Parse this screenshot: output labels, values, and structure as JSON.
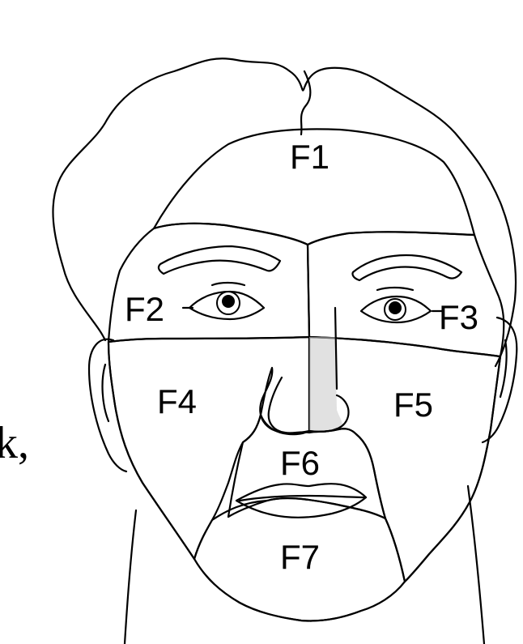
{
  "colors": {
    "background": "#ffffff",
    "outline": "#000000",
    "F1": "#e2e2e2",
    "F2": "#8f8f8f",
    "F3": "#ececec",
    "F4": "#ececec",
    "F5": "#c9c9c9",
    "F6": "#d6d6d6",
    "F7": "#939393"
  },
  "regions": [
    {
      "id": "F1",
      "label": "F1"
    },
    {
      "id": "F2",
      "label": "F2"
    },
    {
      "id": "F3",
      "label": "F3"
    },
    {
      "id": "F4",
      "label": "F4"
    },
    {
      "id": "F5",
      "label": "F5"
    },
    {
      "id": "F6",
      "label": "F6"
    },
    {
      "id": "F7",
      "label": "F7"
    }
  ],
  "side_fragment": "k,"
}
